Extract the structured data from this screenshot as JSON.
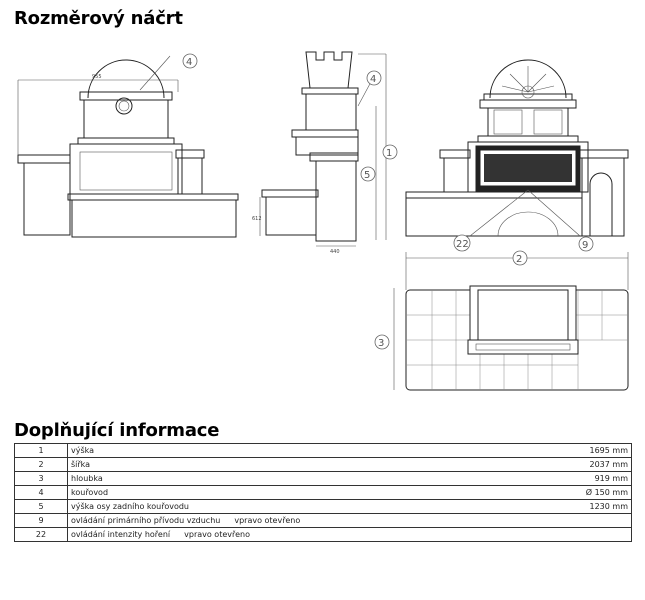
{
  "header": {
    "title": "Rozměrový náčrt"
  },
  "drawing": {
    "callouts": {
      "c1": "1",
      "c2": "2",
      "c3": "3",
      "c4a": "4",
      "c4b": "4",
      "c5": "5",
      "c9": "9",
      "c22": "22"
    },
    "dims": {
      "front_width": "955",
      "side_depth": "440",
      "side_height": "612"
    }
  },
  "info": {
    "title": "Doplňující informace",
    "rows": [
      {
        "num": "1",
        "label": "výška",
        "sub": "",
        "value": "1695 mm"
      },
      {
        "num": "2",
        "label": "šířka",
        "sub": "",
        "value": "2037 mm"
      },
      {
        "num": "3",
        "label": "hloubka",
        "sub": "",
        "value": "919 mm"
      },
      {
        "num": "4",
        "label": "kouřovod",
        "sub": "",
        "value": "Ø 150 mm"
      },
      {
        "num": "5",
        "label": "výška osy zadního kouřovodu",
        "sub": "",
        "value": "1230 mm"
      },
      {
        "num": "9",
        "label": "ovládání primárního přívodu vzduchu",
        "sub": "vpravo otevřeno",
        "value": ""
      },
      {
        "num": "22",
        "label": "ovládání intenzity hoření",
        "sub": "vpravo otevřeno",
        "value": ""
      }
    ]
  }
}
